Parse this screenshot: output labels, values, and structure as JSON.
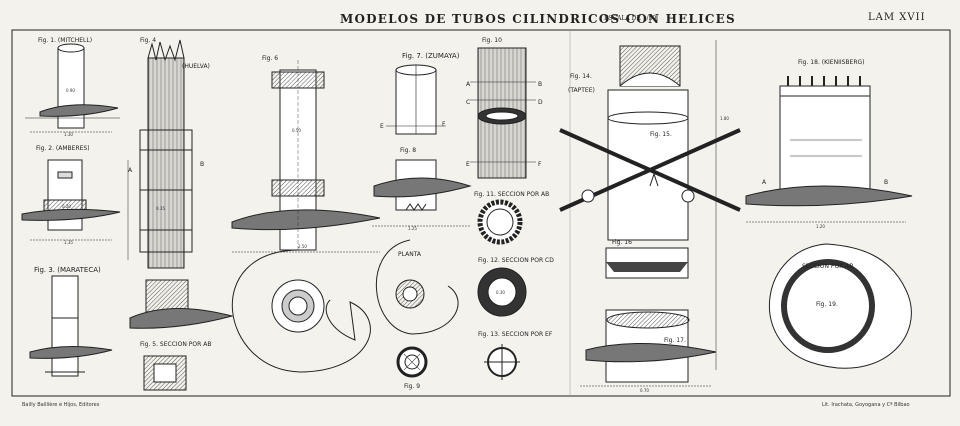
{
  "header": {
    "title": "MODELOS DE TUBOS CILINDRICOS CON HELICES",
    "scale": "ESCALA DE 1/50",
    "plate": "LAM XVII"
  },
  "footer": {
    "left": "Bailly Baillière é Hijos, Editores",
    "right": "Lit. Irachata, Goyogana y Cª Bilbao"
  },
  "figures": {
    "f1": "Fig. 1. (MITCHELL)",
    "f2": "Fig. 2. (AMBERES)",
    "f3": "Fig. 3. (MARATECA)",
    "f4": "Fig. 4",
    "f4b": "(HUELVA)",
    "f5": "Fig. 5. SECCION POR AB",
    "f6": "Fig. 6",
    "f7": "Fig. 7. (ZUMAYA)",
    "f8": "Fig. 8",
    "f9": "Fig. 9",
    "f10": "Fig. 10",
    "f11": "Fig. 11. SECCION POR AB",
    "f12": "Fig. 12. SECCION POR CD",
    "f13": "Fig. 13. SECCION POR EF",
    "f14": "Fig. 14.",
    "f14b": "(TAPTEE)",
    "f15": "Fig. 15.",
    "f16": "Fig. 16",
    "f17": "Fig. 17.",
    "f18": "Fig. 18. (KIENIISBERG)",
    "f19": "Fig. 19.",
    "planta": "PLANTA",
    "sec19": "SECCION POR AB"
  },
  "letters": {
    "A": "A",
    "B": "B",
    "C": "C",
    "D": "D",
    "E": "E",
    "F": "F"
  },
  "dims": {
    "d1": "0.90",
    "d2": "1.30",
    "d3": "0.20",
    "d4": "1.35",
    "d5": "0.35",
    "d6": "0.50",
    "d7": "1.25",
    "d8": "1.80",
    "d9": "0.30",
    "d10": "1.20",
    "d11": "2.50",
    "d12": "0.70"
  },
  "colors": {
    "paper": "#f4f2ec",
    "ink": "#222222",
    "hatch": "#555555"
  }
}
